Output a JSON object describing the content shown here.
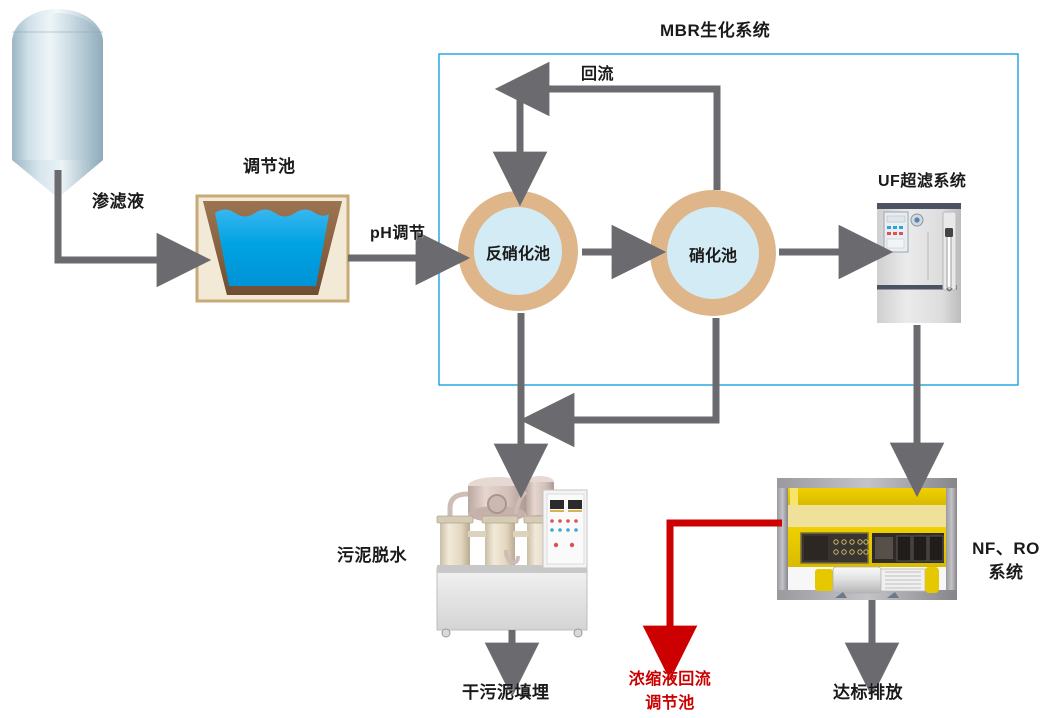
{
  "diagram": {
    "title": "MBR生化系统",
    "labels": {
      "leachate": "渗滤液",
      "adjust_tank": "调节池",
      "ph_adjust": "pH调节",
      "recirculation": "回流",
      "denitrification_pool": "反硝化池",
      "nitrification_pool": "硝化池",
      "uf_system": "UF超滤系统",
      "sludge_dewatering": "污泥脱水",
      "dry_sludge_landfill": "干污泥填埋",
      "concentrate_return_line1": "浓缩液回流",
      "concentrate_return_line2": "调节池",
      "nf_ro_line1": "NF、RO",
      "nf_ro_line2": "系统",
      "compliant_discharge": "达标排放"
    },
    "colors": {
      "arrow_gray": "#6b6b6f",
      "arrow_red": "#cc0000",
      "mbr_box_border": "#1ba1e2",
      "pool_ring": "#dfb68a",
      "pool_fill": "#d2ebf5",
      "water": "#00a0e0",
      "tank_wall": "#8a6647",
      "silo_body": "#b9cfda",
      "label_text": "#1a1a1a",
      "red_text": "#cc0000",
      "equipment_yellow": "#e8c400",
      "equipment_gray": "#d9d9d9"
    }
  }
}
